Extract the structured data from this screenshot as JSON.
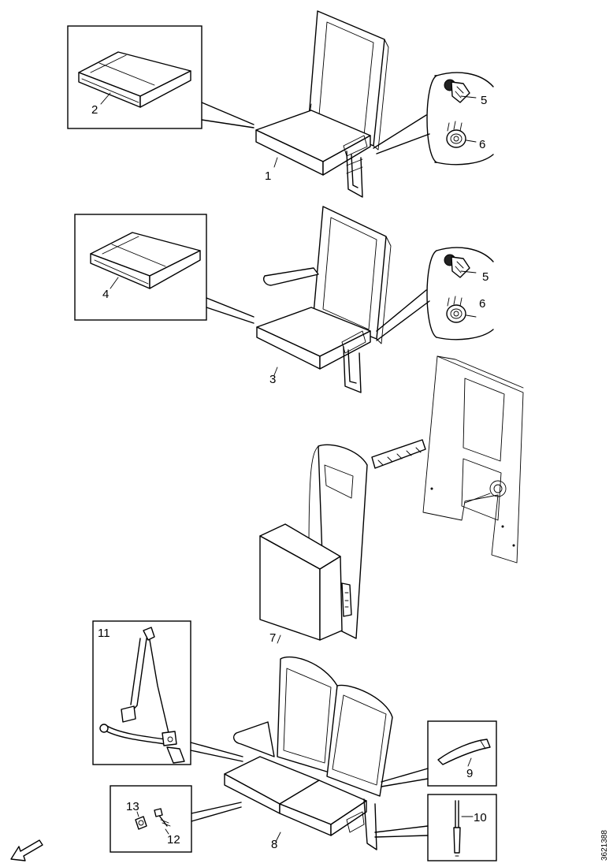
{
  "callouts": {
    "c1": "1",
    "c2": "2",
    "c3": "3",
    "c4": "4",
    "c5a": "5",
    "c6a": "6",
    "c5b": "5",
    "c6b": "6",
    "c7": "7",
    "c8": "8",
    "c9": "9",
    "c10": "10",
    "c11": "11",
    "c12": "12",
    "c13": "13"
  },
  "doc_number": "3621388"
}
